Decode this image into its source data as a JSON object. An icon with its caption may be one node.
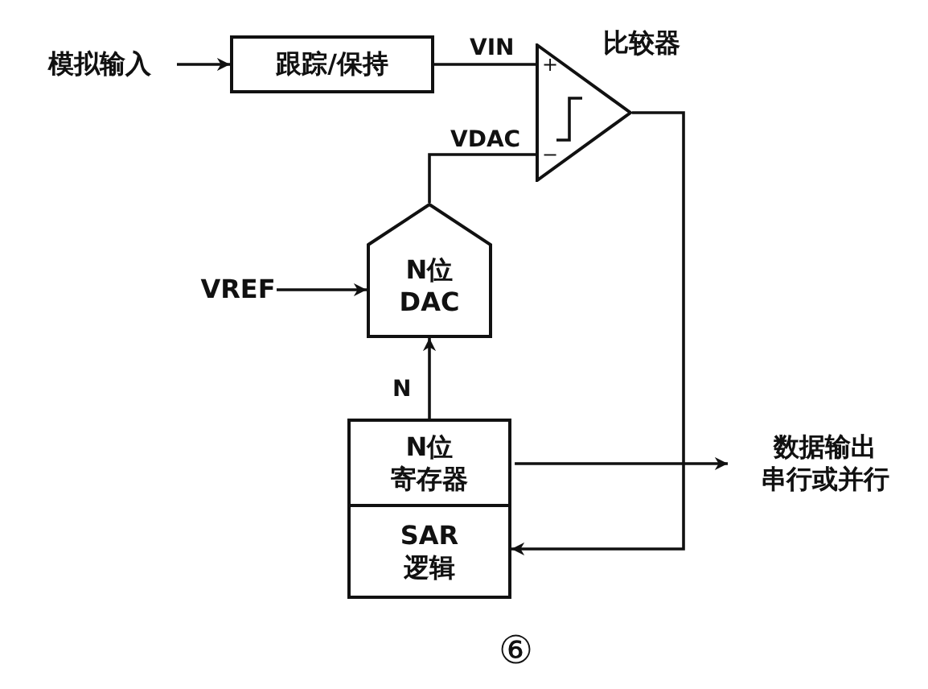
{
  "diagram": {
    "nodes": [
      {
        "text": [
          "模拟输入"
        ]
      },
      {
        "text": [
          "跟踪/保持"
        ]
      },
      {
        "text": [],
        "shape": "triangle",
        "beside": [
          "比较器"
        ]
      },
      {
        "text": [
          "VREF"
        ]
      },
      {
        "text": [
          "N位 DAC"
        ]
      },
      {
        "text": [
          "N位寄存器"
        ]
      },
      {
        "text": [
          "SAR 逻辑"
        ]
      },
      {
        "text": [
          "数据输出串行或并行"
        ]
      }
    ],
    "edges": [
      {
        "from": 0,
        "to": 1,
        "arrow": "to"
      },
      {
        "from": 1,
        "to": 2,
        "arrow": "none",
        "label": "VIN"
      },
      {
        "from": 4,
        "to": 2,
        "arrow": "none",
        "label": "VDAC"
      },
      {
        "from": 3,
        "to": 4,
        "arrow": "to"
      },
      {
        "from": 5,
        "to": 4,
        "arrow": "to",
        "label": "N"
      },
      {
        "from": 2,
        "to": 6,
        "arrow": "to"
      },
      {
        "from": 5,
        "to": 7,
        "arrow": "to"
      }
    ],
    "labels": [
      "+",
      "−",
      "⑥"
    ]
  }
}
